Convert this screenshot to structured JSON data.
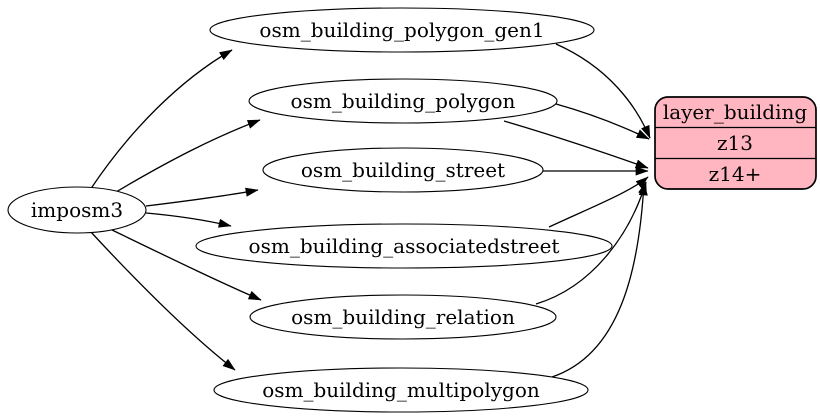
{
  "diagram": {
    "type": "graphviz-etl-flow",
    "background": "#ffffff",
    "source_node": {
      "label": "imposm3"
    },
    "tables": [
      {
        "label": "osm_building_polygon_gen1"
      },
      {
        "label": "osm_building_polygon"
      },
      {
        "label": "osm_building_street"
      },
      {
        "label": "osm_building_associatedstreet"
      },
      {
        "label": "osm_building_relation"
      },
      {
        "label": "osm_building_multipolygon"
      }
    ],
    "layer_node": {
      "title": "layer_building",
      "rows": [
        "z13",
        "z14+"
      ],
      "fill": "#FFB6C1",
      "border": "#000000"
    },
    "edges": [
      {
        "from": "imposm3",
        "to": "osm_building_polygon_gen1"
      },
      {
        "from": "imposm3",
        "to": "osm_building_polygon"
      },
      {
        "from": "imposm3",
        "to": "osm_building_street"
      },
      {
        "from": "imposm3",
        "to": "osm_building_associatedstreet"
      },
      {
        "from": "imposm3",
        "to": "osm_building_relation"
      },
      {
        "from": "imposm3",
        "to": "osm_building_multipolygon"
      },
      {
        "from": "osm_building_polygon_gen1",
        "to": "layer_building",
        "port": "z13"
      },
      {
        "from": "osm_building_polygon",
        "to": "layer_building",
        "port": "z13"
      },
      {
        "from": "osm_building_polygon",
        "to": "layer_building",
        "port": "z14+"
      },
      {
        "from": "osm_building_street",
        "to": "layer_building",
        "port": "z14+"
      },
      {
        "from": "osm_building_associatedstreet",
        "to": "layer_building",
        "port": "z14+"
      },
      {
        "from": "osm_building_relation",
        "to": "layer_building",
        "port": "z14+"
      },
      {
        "from": "osm_building_multipolygon",
        "to": "layer_building",
        "port": "z14+"
      }
    ]
  }
}
